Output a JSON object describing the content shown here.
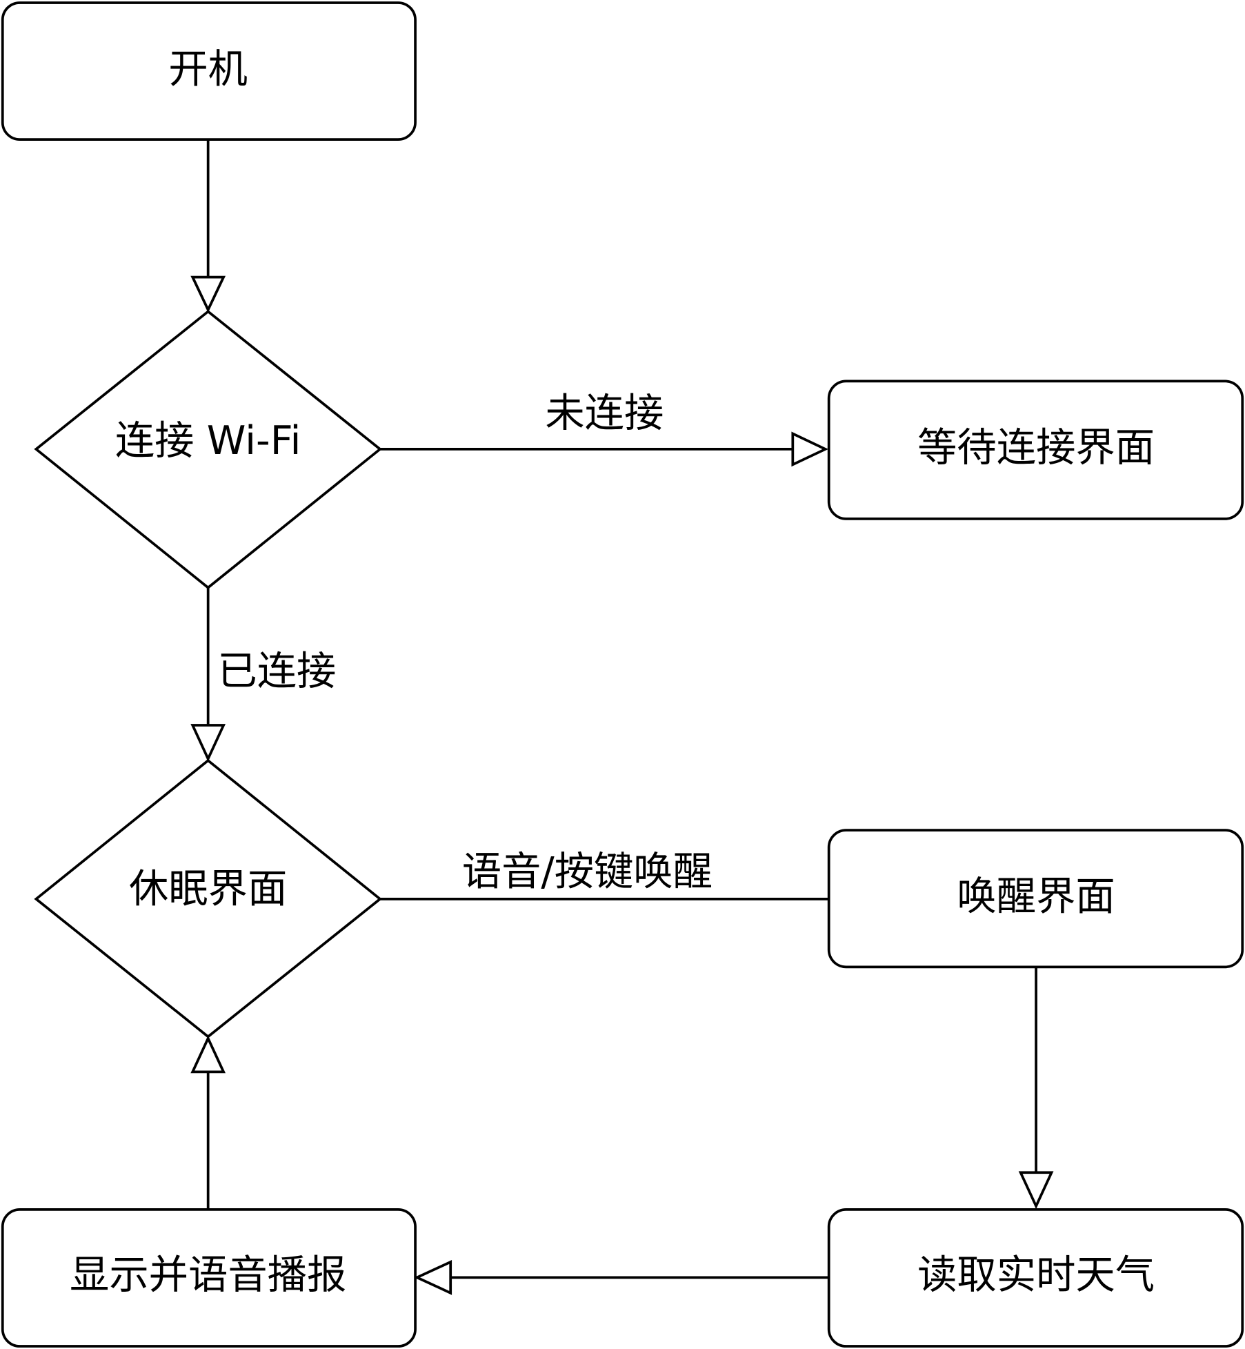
{
  "diagram": {
    "nodes": {
      "power_on": {
        "label": "开机"
      },
      "connect_wifi": {
        "label": "连接 Wi-Fi"
      },
      "wait_connect_ui": {
        "label": "等待连接界面",
        "fill": "#d5e8d4",
        "stroke": "#82b366"
      },
      "sleep_ui": {
        "label": "休眠界面",
        "fill": "#dae8fc",
        "stroke": "#6c8ebf"
      },
      "wake_ui": {
        "label": "唤醒界面",
        "fill": "#fff2cc",
        "stroke": "#d6b656"
      },
      "read_weather": {
        "label": "读取实时天气"
      },
      "display_broadcast": {
        "label": "显示并语音播报"
      }
    },
    "edges": {
      "not_connected": {
        "label": "未连接"
      },
      "connected": {
        "label": "已连接"
      },
      "wake_trigger": {
        "label": "语音/按键唤醒"
      }
    }
  }
}
